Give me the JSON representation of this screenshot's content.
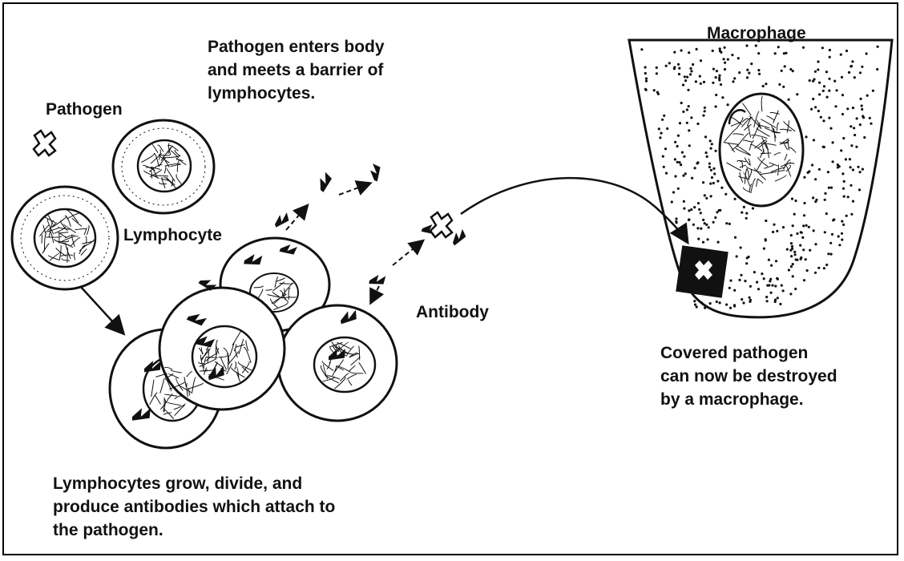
{
  "labels": {
    "pathogen": "Pathogen",
    "lymphocyte": "Lymphocyte",
    "antibody": "Antibody",
    "macrophage": "Macrophage"
  },
  "captions": {
    "enters": "Pathogen enters body\nand meets a barrier of\nlymphocytes.",
    "grow": "Lymphocytes grow, divide, and\nproduce antibodies which attach to\nthe pathogen.",
    "destroyed": "Covered pathogen\ncan now be destroyed\nby a macrophage."
  },
  "colors": {
    "ink": "#111111",
    "paper": "#ffffff"
  }
}
